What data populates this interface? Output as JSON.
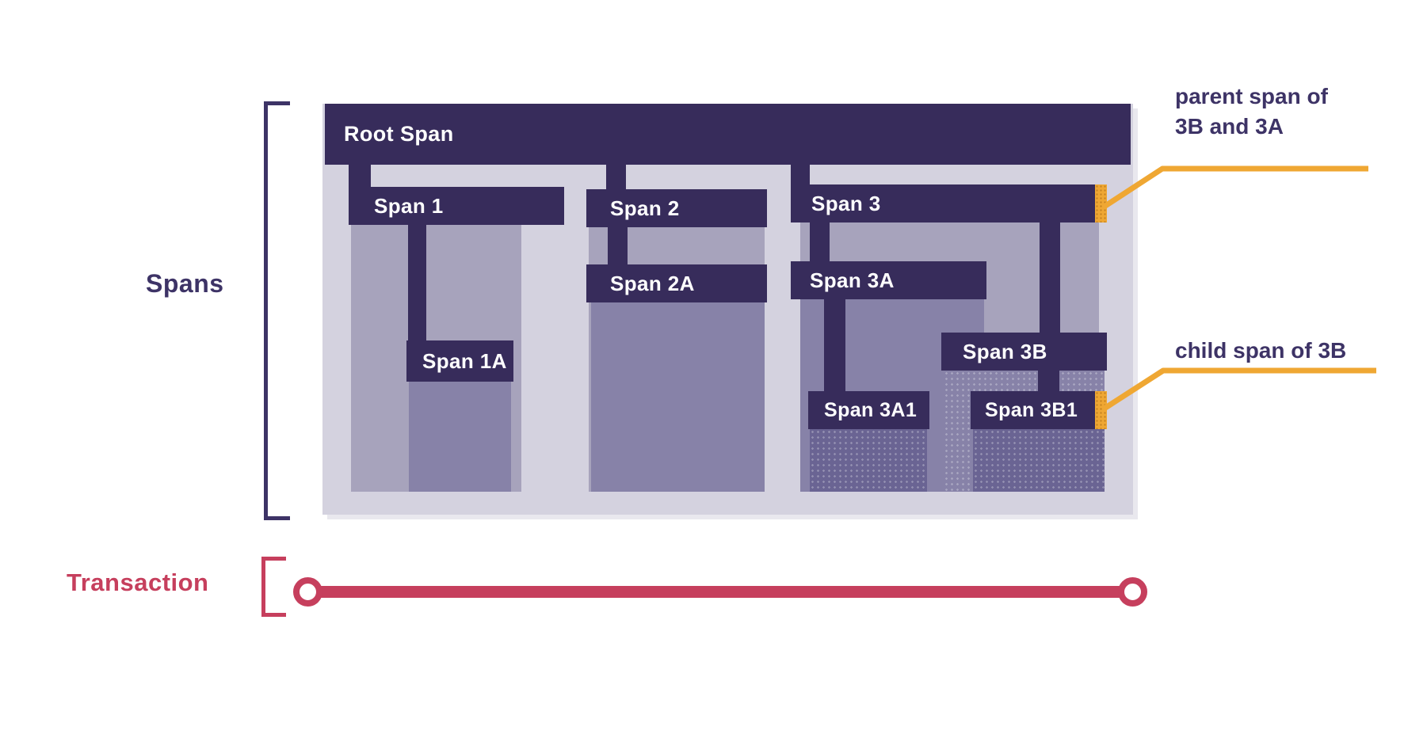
{
  "spans_panel": {
    "bracket_label": "Spans",
    "root_span": {
      "label": "Root Span"
    },
    "spans": [
      {
        "id": "span1",
        "label": "Span 1"
      },
      {
        "id": "span1a",
        "label": "Span 1A"
      },
      {
        "id": "span2",
        "label": "Span 2"
      },
      {
        "id": "span2a",
        "label": "Span 2A"
      },
      {
        "id": "span3",
        "label": "Span 3"
      },
      {
        "id": "span3a",
        "label": "Span 3A"
      },
      {
        "id": "span3a1",
        "label": "Span 3A1"
      },
      {
        "id": "span3b",
        "label": "Span 3B"
      },
      {
        "id": "span3b1",
        "label": "Span 3B1"
      }
    ]
  },
  "annotations": {
    "parent_line1": "parent span of",
    "parent_line2": "3B and 3A",
    "child": "child span of 3B"
  },
  "transaction": {
    "bracket_label": "Transaction"
  },
  "colors": {
    "bar_navy": "#372C5B",
    "container_bg": "#D4D2DF",
    "body_depth1": "#A7A3BC",
    "body_depth2": "#8782A8",
    "body_depth3": "#6A6493",
    "accent_orange": "#EFA733",
    "transaction_red": "#C63F5D",
    "label_navy": "#3D3366"
  }
}
